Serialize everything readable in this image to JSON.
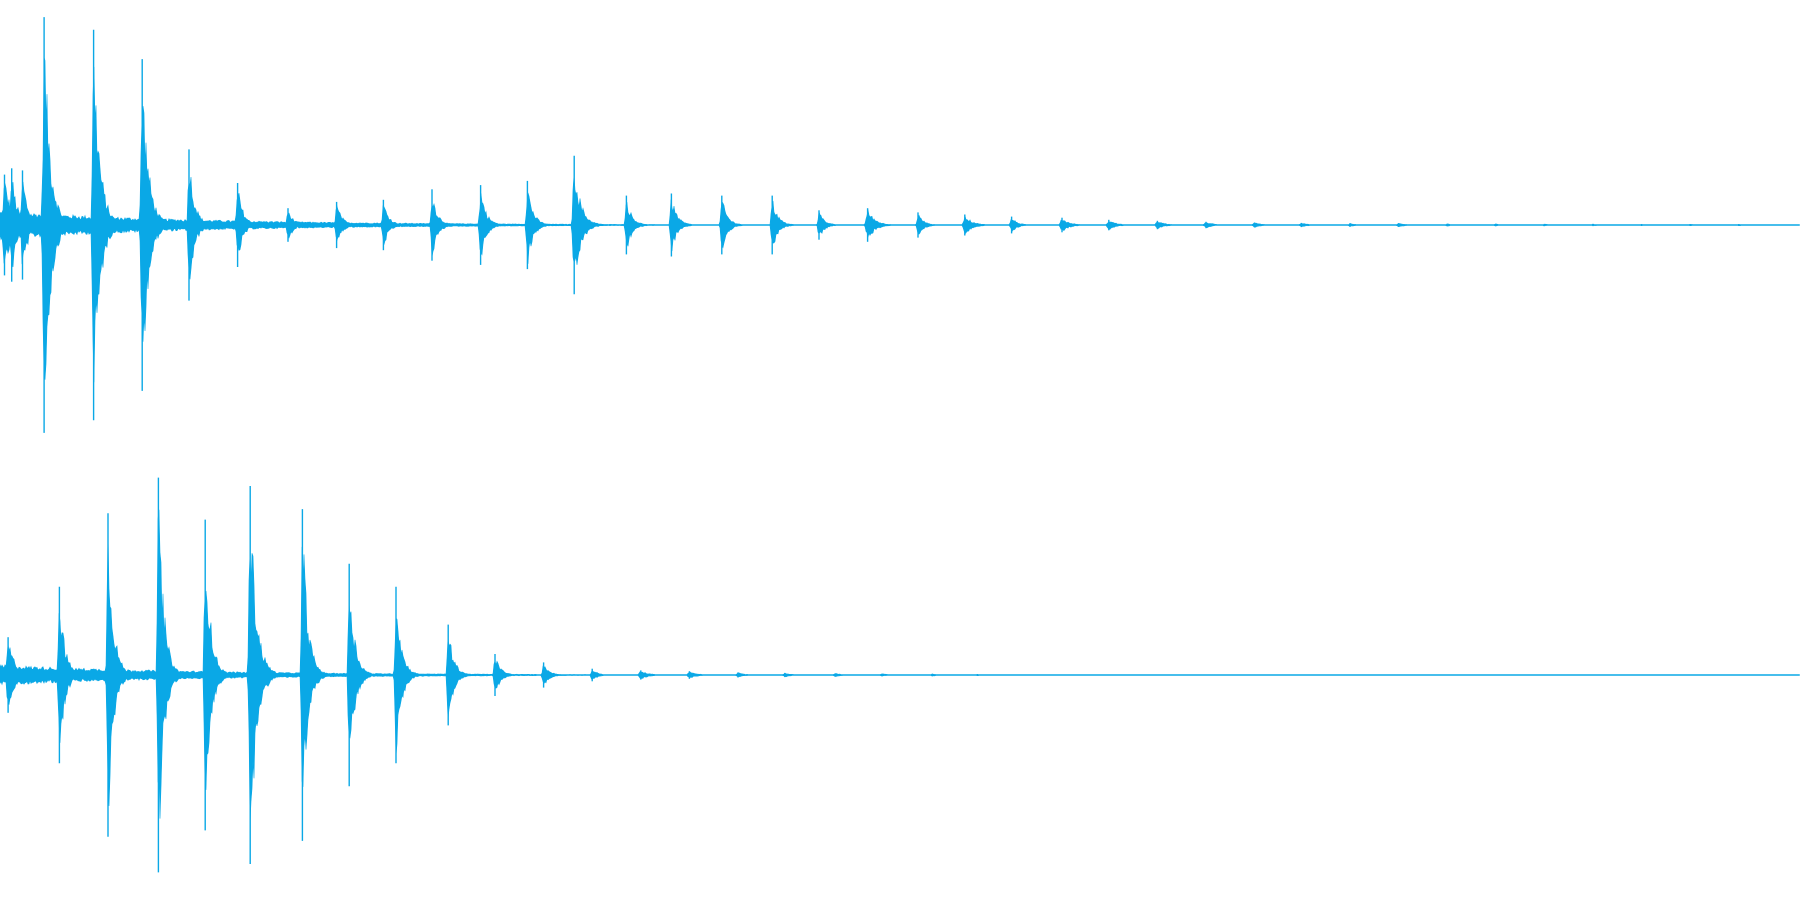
{
  "waveform": {
    "color": "#0aa8e6",
    "background": "#ffffff",
    "channels": [
      {
        "name": "",
        "noise_floor": 0.07,
        "peaks": [
          {
            "t": 0.0025,
            "a": 0.24,
            "w": 0.004
          },
          {
            "t": 0.0065,
            "a": 0.27,
            "w": 0.003
          },
          {
            "t": 0.0125,
            "a": 0.26,
            "w": 0.003
          },
          {
            "t": 0.0245,
            "a": 0.99,
            "w": 0.0035
          },
          {
            "t": 0.052,
            "a": 0.93,
            "w": 0.0035
          },
          {
            "t": 0.079,
            "a": 0.79,
            "w": 0.0035
          },
          {
            "t": 0.105,
            "a": 0.36,
            "w": 0.003
          },
          {
            "t": 0.132,
            "a": 0.2,
            "w": 0.003
          },
          {
            "t": 0.16,
            "a": 0.08,
            "w": 0.003
          },
          {
            "t": 0.187,
            "a": 0.11,
            "w": 0.003
          },
          {
            "t": 0.213,
            "a": 0.12,
            "w": 0.003
          },
          {
            "t": 0.24,
            "a": 0.17,
            "w": 0.003
          },
          {
            "t": 0.267,
            "a": 0.19,
            "w": 0.003
          },
          {
            "t": 0.293,
            "a": 0.21,
            "w": 0.003
          },
          {
            "t": 0.319,
            "a": 0.33,
            "w": 0.0035
          },
          {
            "t": 0.348,
            "a": 0.14,
            "w": 0.003
          },
          {
            "t": 0.373,
            "a": 0.15,
            "w": 0.003
          },
          {
            "t": 0.401,
            "a": 0.14,
            "w": 0.003
          },
          {
            "t": 0.429,
            "a": 0.14,
            "w": 0.003
          },
          {
            "t": 0.455,
            "a": 0.07,
            "w": 0.003
          },
          {
            "t": 0.482,
            "a": 0.08,
            "w": 0.004
          },
          {
            "t": 0.51,
            "a": 0.06,
            "w": 0.003
          },
          {
            "t": 0.536,
            "a": 0.05,
            "w": 0.004
          },
          {
            "t": 0.562,
            "a": 0.04,
            "w": 0.003
          },
          {
            "t": 0.59,
            "a": 0.035,
            "w": 0.004
          },
          {
            "t": 0.616,
            "a": 0.025,
            "w": 0.004
          },
          {
            "t": 0.643,
            "a": 0.02,
            "w": 0.004
          },
          {
            "t": 0.67,
            "a": 0.015,
            "w": 0.004
          },
          {
            "t": 0.697,
            "a": 0.012,
            "w": 0.004
          },
          {
            "t": 0.723,
            "a": 0.01,
            "w": 0.004
          },
          {
            "t": 0.75,
            "a": 0.008,
            "w": 0.003
          },
          {
            "t": 0.777,
            "a": 0.009,
            "w": 0.004
          },
          {
            "t": 0.804,
            "a": 0.006,
            "w": 0.003
          },
          {
            "t": 0.831,
            "a": 0.006,
            "w": 0.003
          },
          {
            "t": 0.858,
            "a": 0.005,
            "w": 0.003
          },
          {
            "t": 0.885,
            "a": 0.005,
            "w": 0.003
          },
          {
            "t": 0.912,
            "a": 0.004,
            "w": 0.003
          },
          {
            "t": 0.939,
            "a": 0.004,
            "w": 0.003
          },
          {
            "t": 0.966,
            "a": 0.004,
            "w": 0.003
          }
        ]
      },
      {
        "name": "",
        "noise_floor": 0.05,
        "peaks": [
          {
            "t": 0.0045,
            "a": 0.18,
            "w": 0.004
          },
          {
            "t": 0.033,
            "a": 0.42,
            "w": 0.003
          },
          {
            "t": 0.06,
            "a": 0.77,
            "w": 0.003
          },
          {
            "t": 0.088,
            "a": 0.94,
            "w": 0.003
          },
          {
            "t": 0.114,
            "a": 0.74,
            "w": 0.003
          },
          {
            "t": 0.139,
            "a": 0.9,
            "w": 0.0035
          },
          {
            "t": 0.168,
            "a": 0.79,
            "w": 0.003
          },
          {
            "t": 0.194,
            "a": 0.53,
            "w": 0.003
          },
          {
            "t": 0.22,
            "a": 0.42,
            "w": 0.003
          },
          {
            "t": 0.249,
            "a": 0.24,
            "w": 0.003
          },
          {
            "t": 0.275,
            "a": 0.1,
            "w": 0.003
          },
          {
            "t": 0.302,
            "a": 0.06,
            "w": 0.003
          },
          {
            "t": 0.329,
            "a": 0.03,
            "w": 0.003
          },
          {
            "t": 0.356,
            "a": 0.022,
            "w": 0.004
          },
          {
            "t": 0.383,
            "a": 0.018,
            "w": 0.004
          },
          {
            "t": 0.41,
            "a": 0.012,
            "w": 0.004
          },
          {
            "t": 0.436,
            "a": 0.01,
            "w": 0.004
          },
          {
            "t": 0.464,
            "a": 0.008,
            "w": 0.004
          },
          {
            "t": 0.49,
            "a": 0.006,
            "w": 0.004
          },
          {
            "t": 0.518,
            "a": 0.006,
            "w": 0.003
          },
          {
            "t": 0.543,
            "a": 0.004,
            "w": 0.003
          }
        ]
      }
    ]
  }
}
